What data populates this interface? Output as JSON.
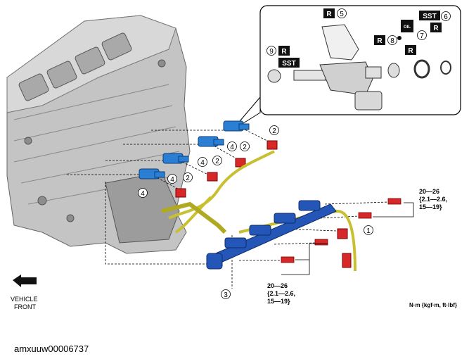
{
  "figure_id": "amxuuw00006737",
  "callouts": [
    "1",
    "2",
    "3",
    "4",
    "5",
    "6",
    "7",
    "8",
    "9"
  ],
  "badges": {
    "r": "R",
    "sst": "SST",
    "oil": "OIL"
  },
  "torque": {
    "line1": "20—26",
    "line2": "{2.1—2.6,",
    "line3": "15—19}"
  },
  "vehicle_front": {
    "line1": "VEHICLE",
    "line2": "FRONT"
  },
  "units": "N·m {kgf·m, ft·lbf}",
  "colors": {
    "injector": "#2a7fd4",
    "rail": "#2456b8",
    "insulator": "#d62828",
    "harness": "#c8c030",
    "engine": "#b9b9b9"
  }
}
